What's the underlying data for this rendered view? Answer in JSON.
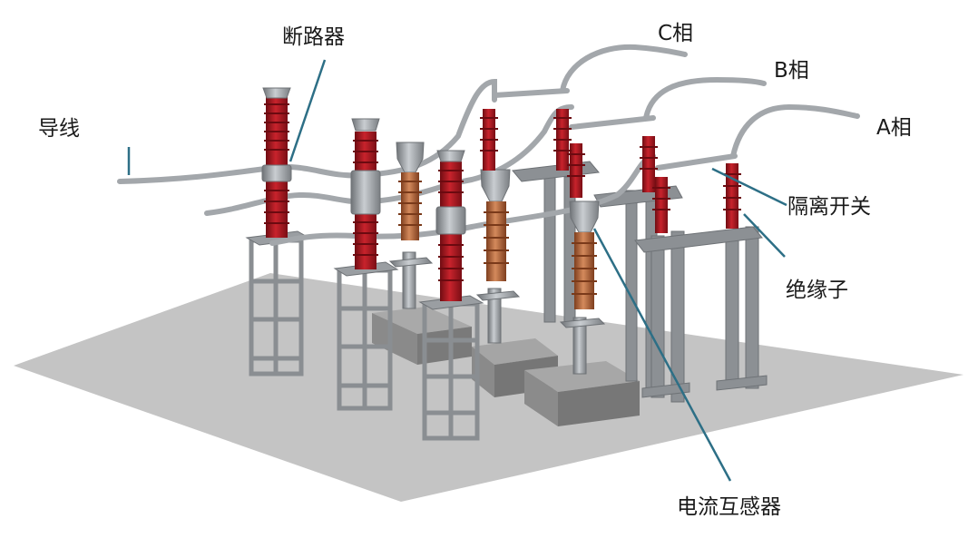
{
  "labels": {
    "conductor": "导线",
    "breaker": "断路器",
    "phase_c": "C相",
    "phase_b": "B相",
    "phase_a": "A相",
    "disconnector": "隔离开关",
    "insulator": "绝缘子",
    "current_transformer": "电流互感器"
  },
  "colors": {
    "ground": "#c3c3c3",
    "steel": "#8f9397",
    "insulator_red": "#a4161f",
    "insulator_brown": "#b4643a",
    "concrete": "#8e8e8e",
    "leader": "#2d6f86",
    "conductor": "#a7abaf"
  }
}
